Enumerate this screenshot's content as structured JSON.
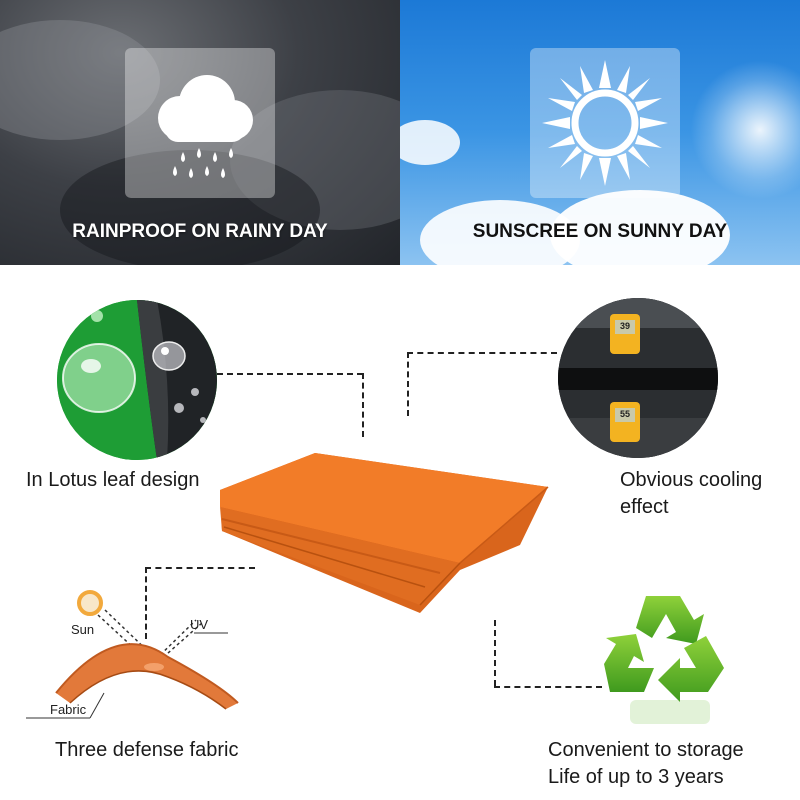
{
  "banners": {
    "rainy": {
      "label": "RAINPROOF ON RAINY DAY",
      "icon": "rain-cloud-icon"
    },
    "sunny": {
      "label": "SUNSCREE ON SUNNY DAY",
      "icon": "sun-icon"
    }
  },
  "features": {
    "lotus": {
      "label": "In Lotus leaf design"
    },
    "cooling": {
      "line1": "Obvious cooling",
      "line2": "effect",
      "reading_top": "39",
      "reading_bottom": "55"
    },
    "fabric": {
      "label": "Three defense fabric",
      "sun_label": "Sun",
      "uv_label": "UV",
      "fabric_label": "Fabric"
    },
    "storage": {
      "line1": "Convenient to storage",
      "line2": "Life of up to 3 years"
    }
  },
  "colors": {
    "tarp": "#f07a25",
    "recycle": "#5fb526",
    "lotus_green": "#1e9d35"
  }
}
